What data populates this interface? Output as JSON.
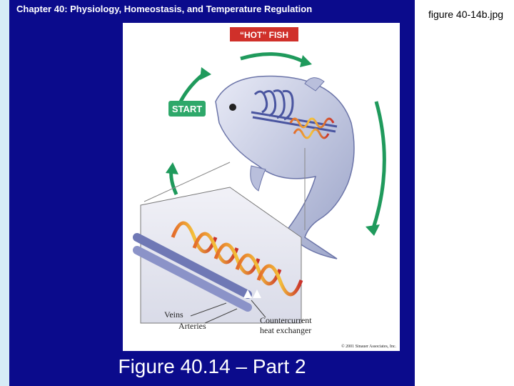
{
  "slide": {
    "title": "Chapter 40: Physiology, Homeostasis, and Temperature Regulation",
    "caption": "Figure 40.14 – Part 2"
  },
  "figure": {
    "heading": "“HOT” FISH",
    "start_label": "START",
    "labels": {
      "veins": "Veins",
      "arteries": "Arteries",
      "exchanger_line1": "Countercurrent",
      "exchanger_line2": "heat exchanger"
    },
    "copyright": "© 2001 Sinauer Associates, Inc."
  },
  "file": {
    "name": "figure 40-14b.jpg"
  },
  "colors": {
    "slide_bg": "#0b0b8c",
    "accent_red": "#d0302a",
    "arrow_green": "#1f9a5c"
  }
}
